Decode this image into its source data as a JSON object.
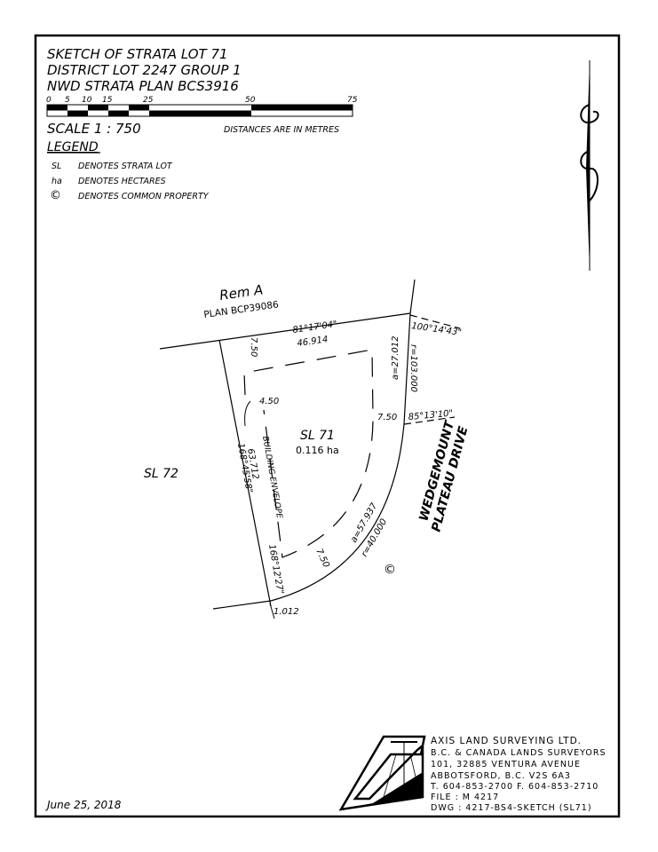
{
  "title": {
    "line1": "SKETCH OF STRATA LOT 71",
    "line2": "DISTRICT LOT 2247 GROUP 1",
    "line3": "NWD STRATA PLAN BCS3916"
  },
  "scale_bar": {
    "ticks": [
      "0",
      "5",
      "10",
      "15",
      "25",
      "50",
      "75"
    ],
    "scale_label": "SCALE  1 : 750",
    "units_note": "DISTANCES ARE IN METRES"
  },
  "legend": {
    "heading": "LEGEND",
    "items": [
      {
        "symbol": "SL",
        "text": "DENOTES STRATA LOT"
      },
      {
        "symbol": "ha",
        "text": "DENOTES HECTARES"
      },
      {
        "symbol": "©",
        "text": "DENOTES COMMON PROPERTY"
      }
    ]
  },
  "plan": {
    "rem_a": "Rem A",
    "rem_a_plan": "PLAN BCP39086",
    "north_bearing": "81°17'04\"",
    "north_distance": "46.914",
    "ne_angle": "100°14'43\"",
    "arc1_a": "a=27.012",
    "arc1_r": "r=103.000",
    "east_angle": "85°13'10\"",
    "setback_north": "7.50",
    "setback_east": "7.50",
    "setback_south": "7.50",
    "setback_west": "4.50",
    "lot_label": "SL 71",
    "lot_area": "0.116 ha",
    "envelope_label": "BUILDING ENVELOPE",
    "west_distance": "63.712",
    "west_bearing": "168°45'58\"",
    "sw_bearing": "168°12'27\"",
    "sw_distance": "1.012",
    "arc2_a": "a=57.937",
    "arc2_r": "r=40.000",
    "adjacent_lot": "SL 72",
    "road_name_1": "WEDGEMOUNT",
    "road_name_2": "PLATEAU DRIVE",
    "common_symbol": "©"
  },
  "company": {
    "name": "AXIS LAND SURVEYING LTD.",
    "line2": "B.C. & CANADA LANDS SURVEYORS",
    "line3": "101, 32885 VENTURA AVENUE",
    "line4": "ABBOTSFORD, B.C.  V2S 6A3",
    "line5": "T. 604-853-2700 F. 604-853-2710",
    "file": "FILE : M 4217",
    "dwg": "DWG : 4217-BS4-SKETCH  (SL71)"
  },
  "date": "June 25, 2018"
}
